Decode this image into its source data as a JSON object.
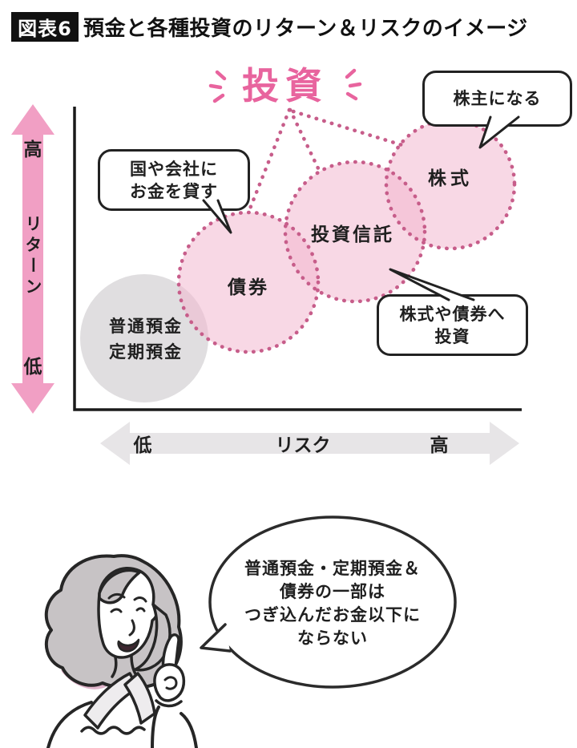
{
  "figure_header": {
    "tag": "図表6",
    "title": "預金と各種投資のリターン＆リスクのイメージ"
  },
  "plot": {
    "group_label": "投資",
    "y_axis": {
      "high": "高",
      "name": "リターン",
      "low": "低"
    },
    "x_axis": {
      "low": "低",
      "name": "リスク",
      "high": "高"
    },
    "circles": [
      {
        "id": "deposits",
        "lines": [
          "普通預金",
          "定期預金"
        ],
        "style": "gray-solid"
      },
      {
        "id": "bonds",
        "lines": [
          "債券"
        ],
        "style": "pink-dotted"
      },
      {
        "id": "funds",
        "lines": [
          "投資信託"
        ],
        "style": "pink-dotted"
      },
      {
        "id": "stocks",
        "lines": [
          "株式"
        ],
        "style": "pink-dotted"
      }
    ],
    "callouts": [
      {
        "id": "bonds-note",
        "lines": [
          "国や会社に",
          "お金を貸す"
        ],
        "points_to": "bonds"
      },
      {
        "id": "stocks-note",
        "lines": [
          "株主になる"
        ],
        "points_to": "stocks"
      },
      {
        "id": "funds-note",
        "lines": [
          "株式や債券へ",
          "投資"
        ],
        "points_to": "funds"
      }
    ]
  },
  "speech_bubble": {
    "lines": [
      "普通預金・定期預金＆",
      "債券の一部は",
      "つぎ込んだお金以下に",
      "ならない"
    ]
  },
  "chart_data": {
    "type": "scatter",
    "title": "預金と各種投資のリターン＆リスクのイメージ",
    "xlabel": "リスク",
    "ylabel": "リターン",
    "x_range": [
      "低",
      "高"
    ],
    "y_range": [
      "低",
      "高"
    ],
    "grid": false,
    "points": [
      {
        "label": "普通預金・定期預金",
        "risk_level": 1,
        "return_level": 1,
        "group": "預金"
      },
      {
        "label": "債券",
        "risk_level": 2,
        "return_level": 2,
        "group": "投資"
      },
      {
        "label": "投資信託",
        "risk_level": 3,
        "return_level": 3,
        "group": "投資"
      },
      {
        "label": "株式",
        "risk_level": 4,
        "return_level": 4,
        "group": "投資"
      }
    ]
  },
  "colors": {
    "accent_pink": "#e8649e",
    "dotted_border_pink": "#c75d8a",
    "circle_fill_pink": "#f8dae7",
    "circle_fill_gray": "#e3e1e3",
    "return_arrow_pink": "#f19fc4",
    "risk_arrow_gray": "#e7e5e7",
    "ink": "#1f1f1f"
  }
}
